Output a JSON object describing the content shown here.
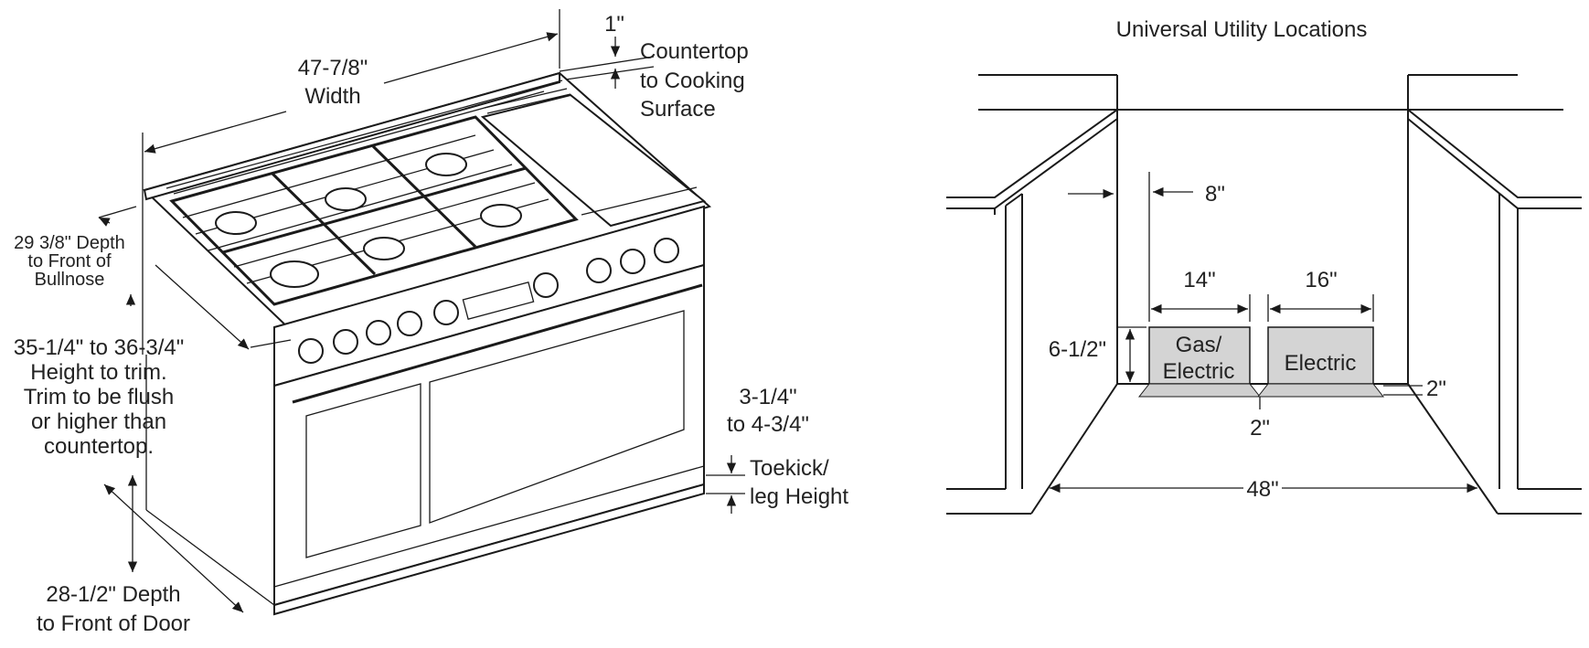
{
  "range_diagram": {
    "width_label": [
      "47-7/8\"",
      "Width"
    ],
    "countertop_gap": "1\"",
    "countertop_label": [
      "Countertop",
      "to Cooking",
      "Surface"
    ],
    "depth_bullnose": [
      "29 3/8\" Depth",
      "to Front of",
      "Bullnose"
    ],
    "height_trim": [
      "35-1/4\" to 36-3/4\"",
      "Height to trim.",
      "Trim to be flush",
      "or higher than",
      "countertop."
    ],
    "toekick_range": [
      "3-1/4\"",
      "to 4-3/4\""
    ],
    "toekick_label": [
      "Toekick/",
      "leg Height"
    ],
    "depth_door": [
      "28-1/2\" Depth",
      "to Front of Door"
    ]
  },
  "utility_diagram": {
    "title": "Universal Utility Locations",
    "offset_8": "8\"",
    "width_14": "14\"",
    "width_16": "16\"",
    "height_6_5": "6-1/2\"",
    "box_gas": [
      "Gas/",
      "Electric"
    ],
    "box_electric": "Electric",
    "gap_2_right": "2\"",
    "gap_2_bottom": "2\"",
    "opening_48": "48\""
  }
}
